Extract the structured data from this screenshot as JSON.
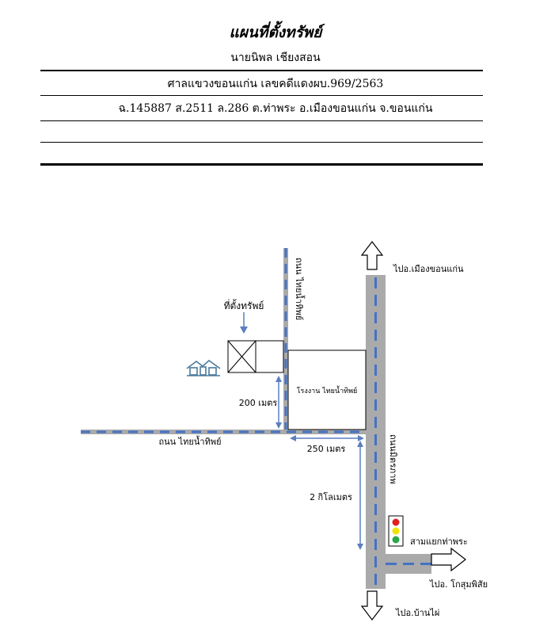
{
  "header": {
    "title": "แผนที่ตั้งทรัพย์",
    "owner": "นายนิพล เชียงสอน",
    "court_case": "ศาลแขวงขอนแก่น เลขคดีแดงผบ.969/2563",
    "deed": "ฉ.145887 ส.2511 ล.286 ต.ท่าพระ อ.เมืองขอนแก่น จ.ขอนแก่น"
  },
  "map": {
    "side_road_vertical_label": "ถนน ไทยน้ำทิพย์",
    "property_label": "ที่ตั้งทรัพย์",
    "factory_label": "โรงงาน ไทยน้ำทิพย์",
    "distance_200": "200 เมตร",
    "side_road_horizontal_label": "ถนน ไทยน้ำทิพย์",
    "distance_250": "250 เมตร",
    "distance_2km": "2 กิโลเมตร",
    "highway_label": "ถนนมิตรภาพ",
    "to_north": "ไปอ.เมืองขอนแก่น",
    "junction_label": "สามแยกท่าพระ",
    "to_east": "ไปอ. โกสุมพิสัย",
    "to_south": "ไปอ.บ้านไผ่",
    "colors": {
      "road_gray": "#aaaaaa",
      "road_dash": "#4472c4",
      "measure_line": "#5b7fbf",
      "house_icon": "#4a7a9c",
      "traffic_red": "#e02020",
      "traffic_yellow": "#f2e200",
      "traffic_green": "#2ba84a"
    }
  }
}
